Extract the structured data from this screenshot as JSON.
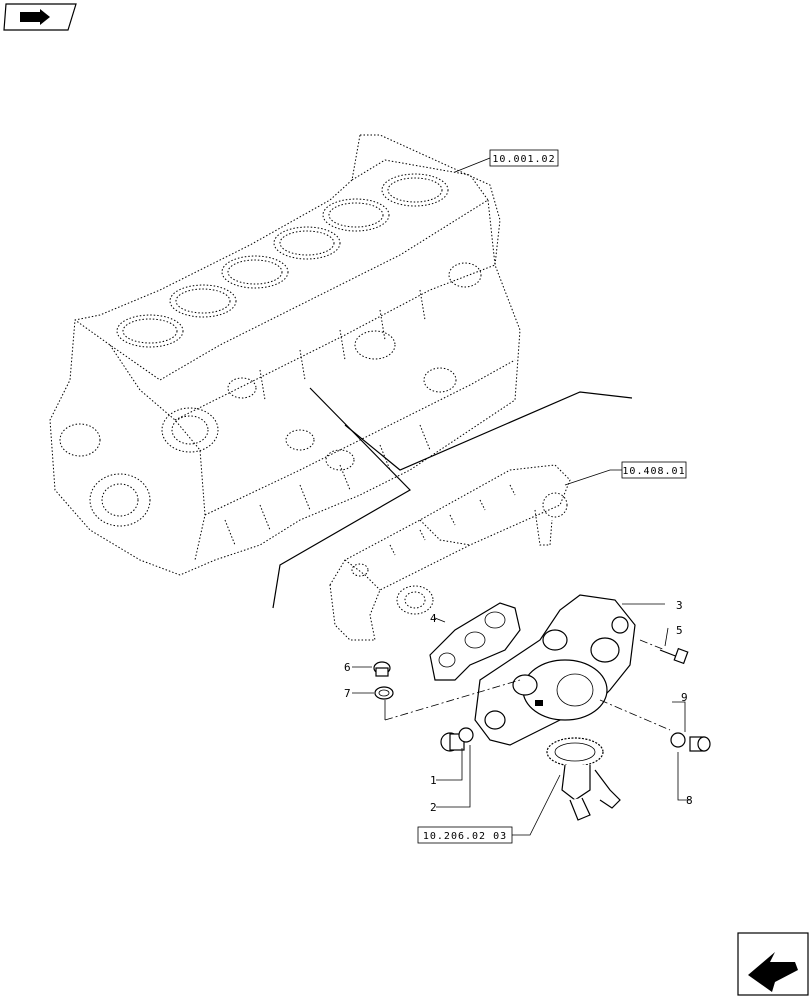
{
  "references": {
    "engine_block": "10.001.02",
    "oil_cooler": "10.408.01",
    "oil_pump": "10.206.02 03"
  },
  "callouts": [
    "1",
    "2",
    "3",
    "4",
    "5",
    "6",
    "7",
    "8",
    "9"
  ],
  "icons": {
    "top_left": "book-arrow-icon",
    "bottom_right": "next-page-arrow-icon"
  }
}
